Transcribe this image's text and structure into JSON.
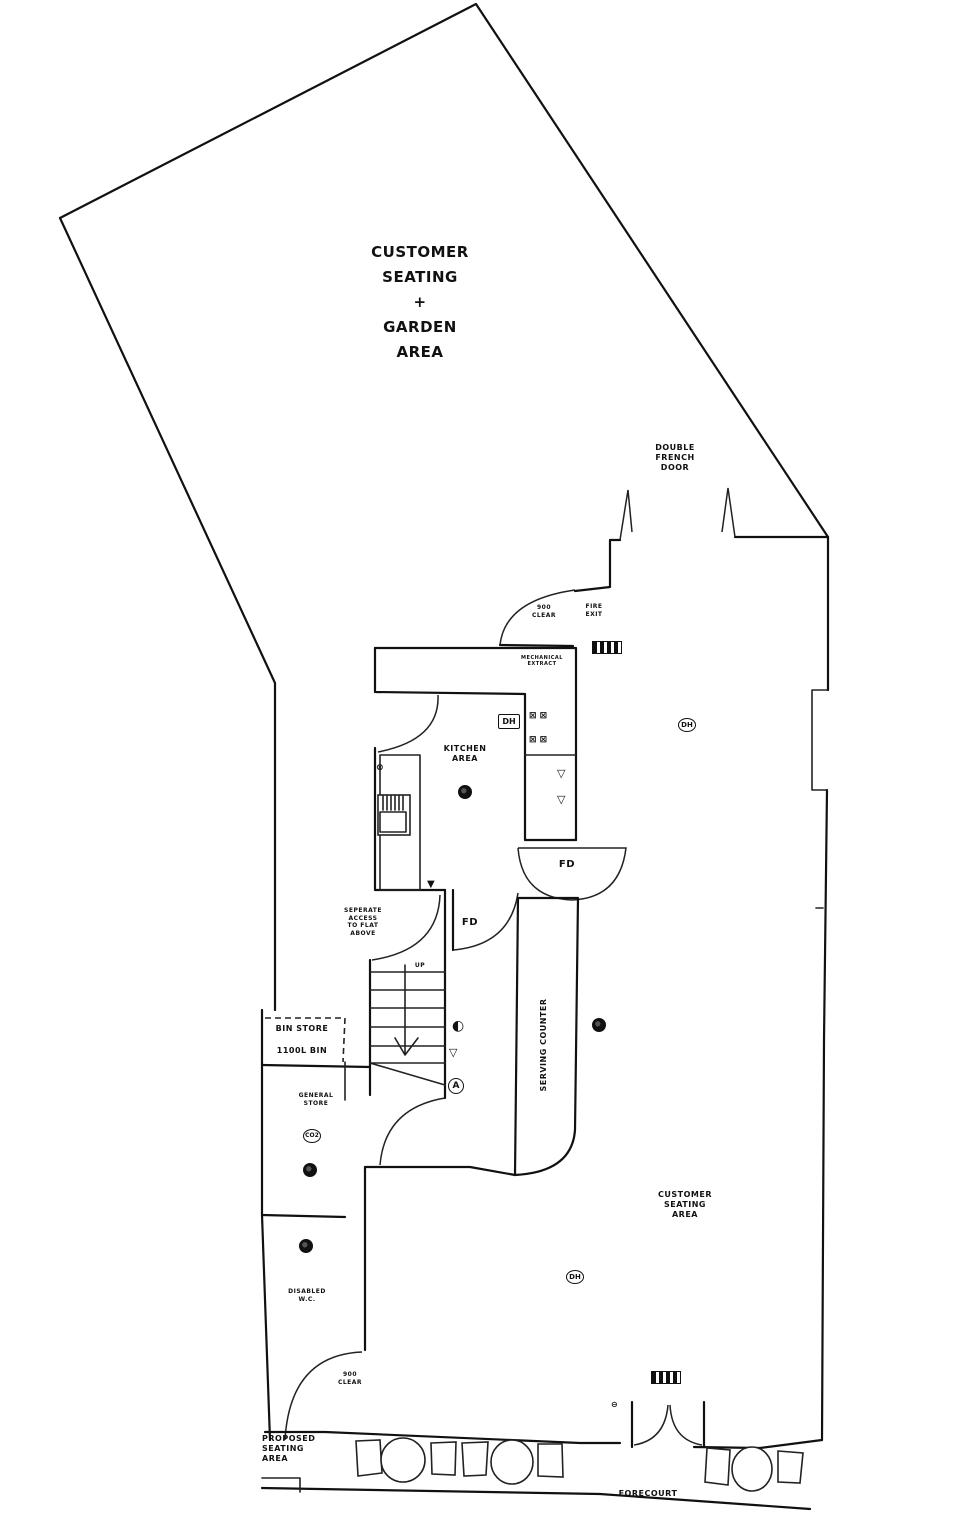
{
  "plan": {
    "type": "hand-drawn floor plan",
    "line_color": "#111111",
    "background": "#ffffff"
  },
  "labels": {
    "garden": "Customer\nSeating\n+\nGarden\nArea",
    "double_french_door": "Double\nFrench\nDoor",
    "clear_900_top": "900\nClear",
    "fire_exit": "Fire\nExit",
    "mechanical_extract": "Mechanical\nExtract",
    "kitchen": "Kitchen\nArea",
    "fd_kitchen": "FD",
    "fd_stair": "FD",
    "separate_access": "Seperate\nAccess\nto Flat\nAbove",
    "up": "UP",
    "bin_store": "Bin Store",
    "bin_capacity": "1100L Bin",
    "general_store": "General\nStore",
    "serving_counter": "Serving Counter",
    "customer_seating": "Customer\nSeating\nArea",
    "disabled_wc": "Disabled\nW.C.",
    "clear_900_bottom": "900\nClear",
    "proposed_seating": "Proposed\nSeating\nArea",
    "forecourt": "Forecourt"
  },
  "symbols": {
    "dh": "DH",
    "alarm": "A",
    "smoke_detector": "smoke-detector",
    "emergency_light": "emergency-light",
    "extinguisher": "fire-extinguisher",
    "co2": "CO2"
  },
  "outdoor_furniture": {
    "tables": 3,
    "chairs": 6
  }
}
